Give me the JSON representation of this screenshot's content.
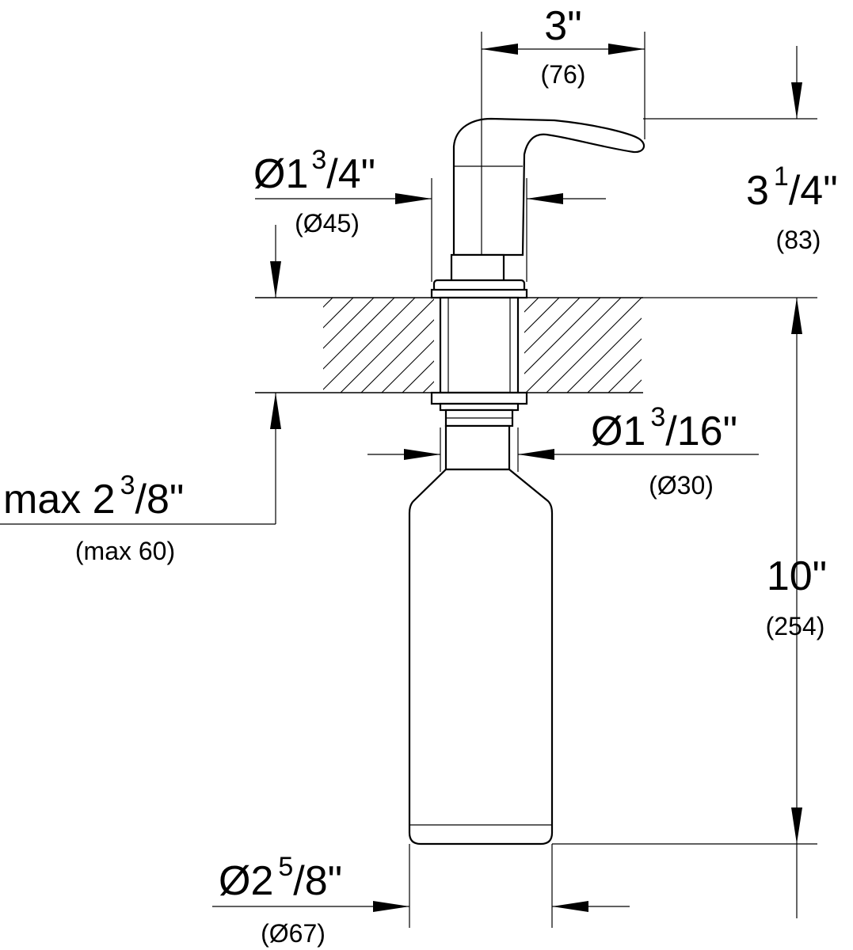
{
  "dimensions": {
    "spout_reach": {
      "main": "3\"",
      "metric": "(76)"
    },
    "pump_diameter": {
      "prefix": "Ø1",
      "num": "3",
      "den": "/4\"",
      "metric": "(Ø45)"
    },
    "spout_height": {
      "prefix": "3",
      "num": "1",
      "den": "/4\"",
      "metric": "(83)"
    },
    "shank_diameter": {
      "prefix": "Ø1",
      "num": "3",
      "den": "/16\"",
      "metric": "(Ø30)"
    },
    "max_deck": {
      "prefix": "max 2",
      "num": "3",
      "den": "/8\"",
      "metric": "(max 60)"
    },
    "total_length": {
      "main": "10\"",
      "metric": "(254)"
    },
    "bottle_diameter": {
      "prefix": "Ø2",
      "num": "5",
      "den": "/8\"",
      "metric": "(Ø67)"
    }
  }
}
